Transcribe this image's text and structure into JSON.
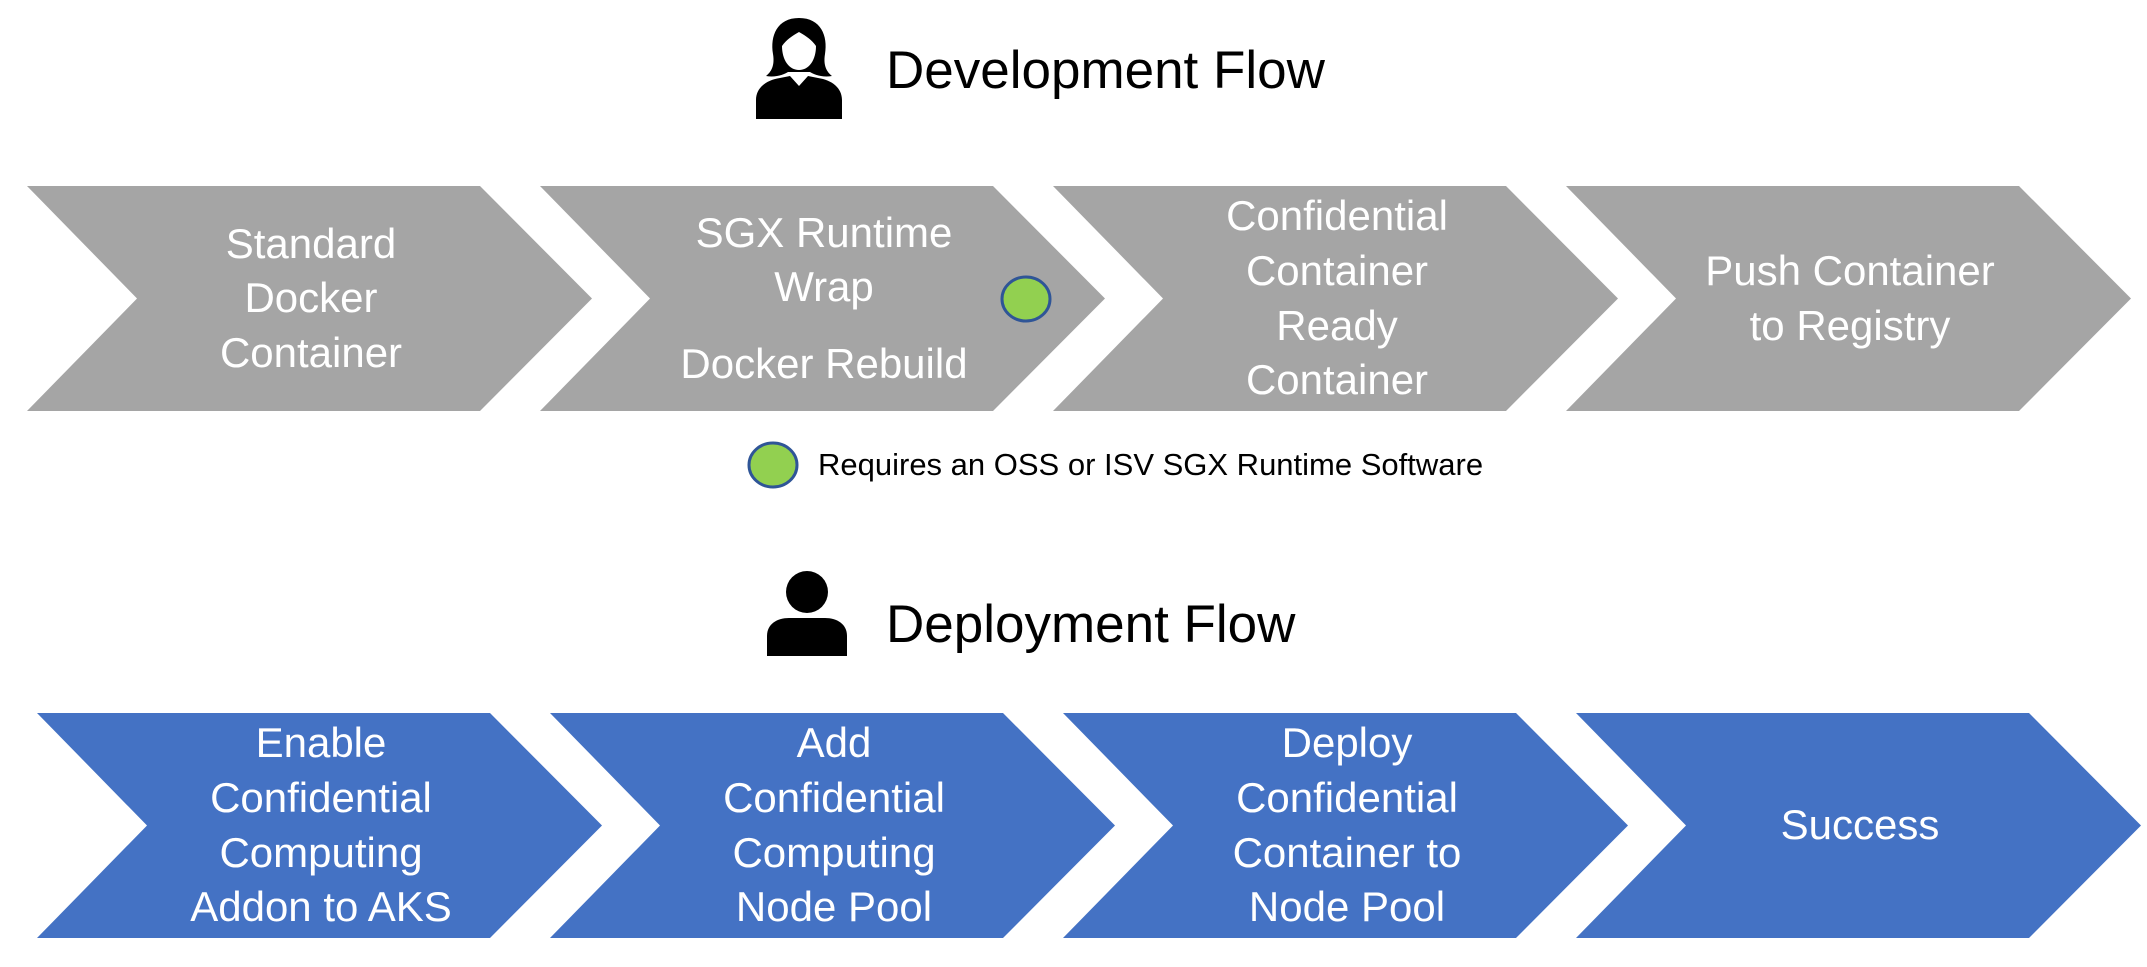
{
  "development": {
    "title": "Development Flow",
    "icon": "female-user-icon",
    "color": "#a5a5a5",
    "steps": [
      {
        "lines": [
          "Standard\nDocker\nContainer"
        ]
      },
      {
        "lines": [
          "SGX Runtime\nWrap",
          "Docker Rebuild"
        ],
        "marker": true
      },
      {
        "lines": [
          "Confidential\nContainer\nReady\nContainer"
        ]
      },
      {
        "lines": [
          "Push Container\nto Registry"
        ]
      }
    ]
  },
  "legend": {
    "text": "Requires an OSS or ISV SGX Runtime Software",
    "marker_color": "#92d050",
    "marker_border": "#2f5597"
  },
  "deployment": {
    "title": "Deployment Flow",
    "icon": "user-icon",
    "color": "#4472c4",
    "steps": [
      {
        "lines": [
          "Enable\nConfidential\nComputing\nAddon to AKS"
        ]
      },
      {
        "lines": [
          "Add\nConfidential\nComputing\nNode Pool"
        ]
      },
      {
        "lines": [
          "Deploy\nConfidential\nContainer to\nNode Pool"
        ]
      },
      {
        "lines": [
          "Success"
        ]
      }
    ]
  }
}
